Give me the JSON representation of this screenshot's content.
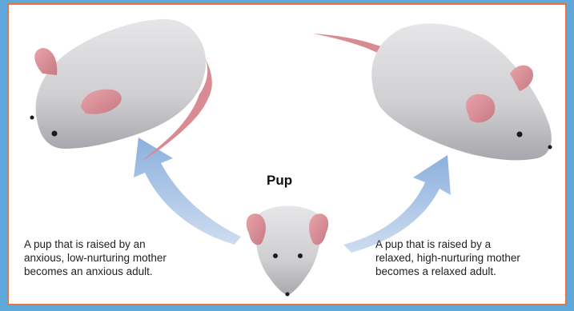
{
  "colors": {
    "frame_border": "#e8743a",
    "background": "#5ea8dc",
    "arrow": "#90b4df",
    "mouse_body": "#d4d4d6",
    "ear_tail": "#d98b93"
  },
  "labels": {
    "pup": "Pup"
  },
  "captions": {
    "left": [
      "A pup that is raised by an",
      "anxious, low-nurturing mother",
      "becomes an anxious adult."
    ],
    "right": [
      "A pup that is raised by a",
      "relaxed, high-nurturing mother",
      "becomes a relaxed adult."
    ]
  },
  "figures": {
    "left_adult": "anxious-adult-mouse",
    "right_adult": "relaxed-adult-mouse",
    "pup": "pup-mouse"
  }
}
